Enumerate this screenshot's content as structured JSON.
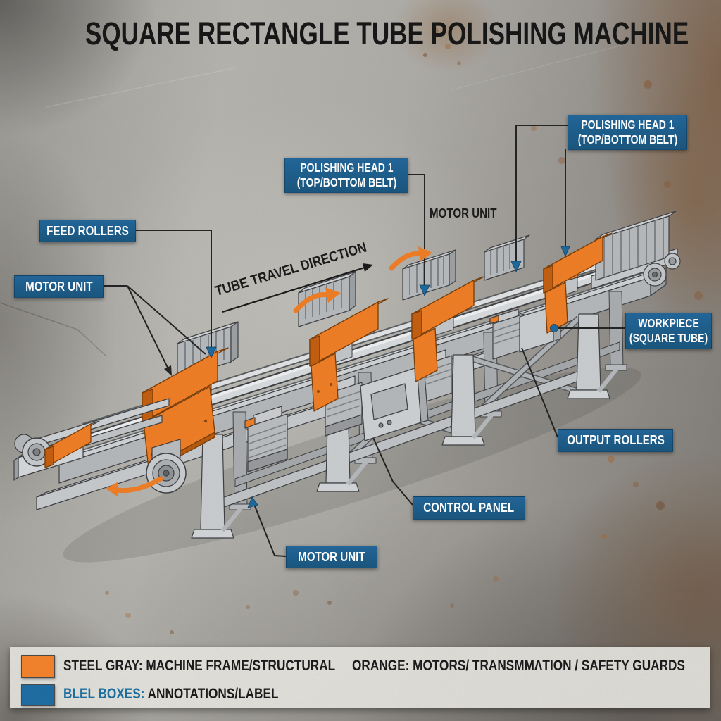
{
  "title": "SQUARE RECTANGLE TUBE POLISHING MACHINE",
  "annotations": {
    "feed_rollers": "FEED ROLLERS",
    "motor_unit_left": "MOTOR UNIT",
    "polishing_head_mid_line1": "POLISHING HEAD 1",
    "polishing_head_mid_line2": "(TOP/BOTTOM BELT)",
    "motor_unit_top": "MOTOR UNIT",
    "polishing_head_right_line1": "POLISHING HEAD 1",
    "polishing_head_right_line2": "(TOP/BOTTOM BELT)",
    "tube_travel_direction": "TUBE TRAVEL DIRECTION",
    "workpiece_line1": "WORKPIECE",
    "workpiece_line2": "(SQUARE TUBE)",
    "output_rollers": "OUTPUT ROLLERS",
    "control_panel": "CONTROL PANEL",
    "motor_unit_bottom": "MOTOR UNIT"
  },
  "legend": {
    "row1_label": "STEEL GRAY:",
    "row1_text": " MACHINE FRAME/STRUCTURAL",
    "row1b_label": "ORANGE:",
    "row1b_text": " MOTORS/ TRANSMMΛTION / SAFETY GUARDS",
    "row2_label": "BLEL BOXES:",
    "row2_text": " ANNOTATIONS/LABEL",
    "swatch_orange": "#f2822c",
    "swatch_blue": "#1f6da3"
  },
  "colors": {
    "label_box_blue": "#1d6090",
    "machine_orange": "#ee7d26",
    "machine_gray": "#c9ccce",
    "background_gray": "#a8a6a1",
    "leader_line": "#242424"
  }
}
